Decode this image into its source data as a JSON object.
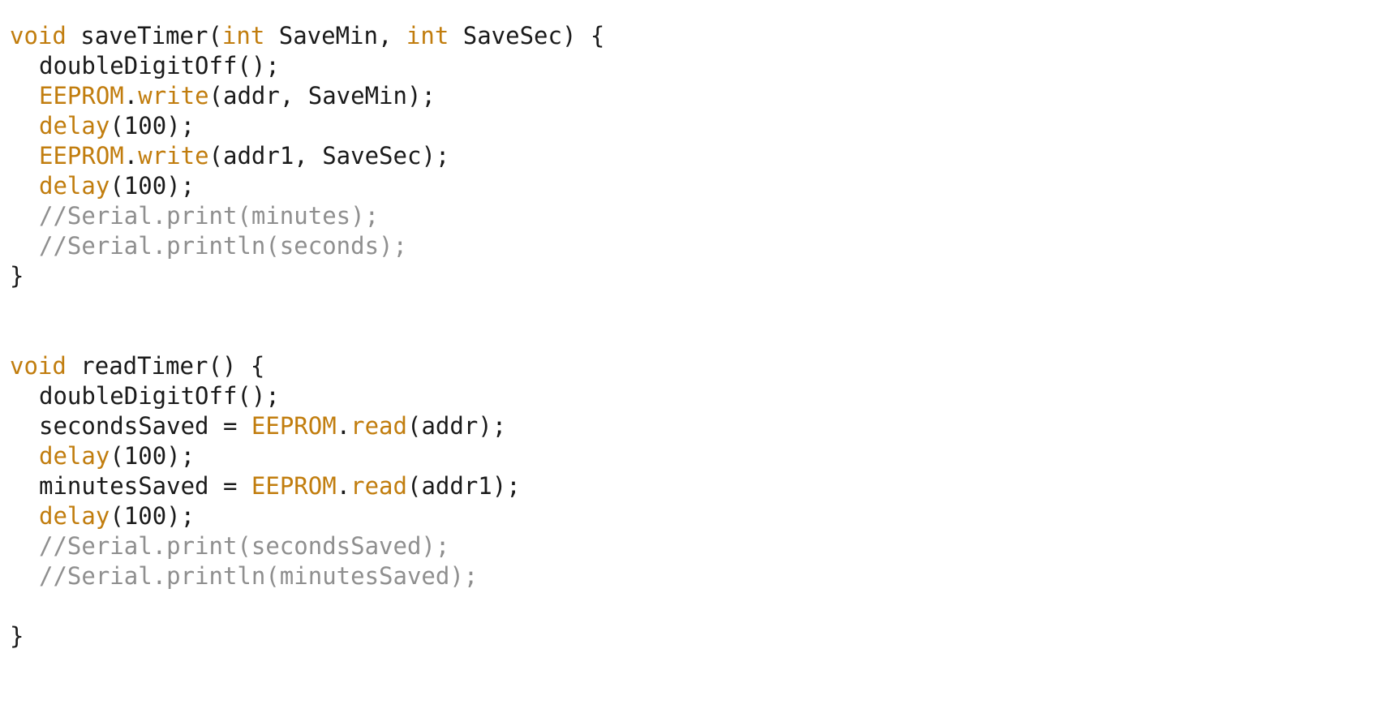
{
  "editor": {
    "colors": {
      "keyword": "#c17d0e",
      "comment": "#8f8f8f",
      "text": "#1a1a1a",
      "background": "#ffffff"
    },
    "lines": [
      {
        "tokens": [
          {
            "t": "kw",
            "v": "void"
          },
          {
            "t": "tx",
            "v": " saveTimer("
          },
          {
            "t": "kw",
            "v": "int"
          },
          {
            "t": "tx",
            "v": " SaveMin, "
          },
          {
            "t": "kw",
            "v": "int"
          },
          {
            "t": "tx",
            "v": " SaveSec) {"
          }
        ]
      },
      {
        "indent": true,
        "tokens": [
          {
            "t": "tx",
            "v": "doubleDigitOff();"
          }
        ]
      },
      {
        "indent": true,
        "tokens": [
          {
            "t": "kw",
            "v": "EEPROM"
          },
          {
            "t": "tx",
            "v": "."
          },
          {
            "t": "kw",
            "v": "write"
          },
          {
            "t": "tx",
            "v": "(addr, SaveMin);"
          }
        ]
      },
      {
        "indent": true,
        "tokens": [
          {
            "t": "kw",
            "v": "delay"
          },
          {
            "t": "tx",
            "v": "(100);"
          }
        ]
      },
      {
        "indent": true,
        "tokens": [
          {
            "t": "kw",
            "v": "EEPROM"
          },
          {
            "t": "tx",
            "v": "."
          },
          {
            "t": "kw",
            "v": "write"
          },
          {
            "t": "tx",
            "v": "(addr1, SaveSec);"
          }
        ]
      },
      {
        "indent": true,
        "tokens": [
          {
            "t": "kw",
            "v": "delay"
          },
          {
            "t": "tx",
            "v": "(100);"
          }
        ]
      },
      {
        "indent": true,
        "tokens": [
          {
            "t": "cm",
            "v": "//Serial.print(minutes);"
          }
        ]
      },
      {
        "indent": true,
        "tokens": [
          {
            "t": "cm",
            "v": "//Serial.println(seconds);"
          }
        ]
      },
      {
        "tokens": [
          {
            "t": "tx",
            "v": "}"
          }
        ]
      },
      {
        "tokens": []
      },
      {
        "tokens": []
      },
      {
        "tokens": [
          {
            "t": "kw",
            "v": "void"
          },
          {
            "t": "tx",
            "v": " readTimer() {"
          }
        ]
      },
      {
        "indent": true,
        "tokens": [
          {
            "t": "tx",
            "v": "doubleDigitOff();"
          }
        ]
      },
      {
        "indent": true,
        "tokens": [
          {
            "t": "tx",
            "v": "secondsSaved = "
          },
          {
            "t": "kw",
            "v": "EEPROM"
          },
          {
            "t": "tx",
            "v": "."
          },
          {
            "t": "kw",
            "v": "read"
          },
          {
            "t": "tx",
            "v": "(addr);"
          }
        ]
      },
      {
        "indent": true,
        "tokens": [
          {
            "t": "kw",
            "v": "delay"
          },
          {
            "t": "tx",
            "v": "(100);"
          }
        ]
      },
      {
        "indent": true,
        "tokens": [
          {
            "t": "tx",
            "v": "minutesSaved = "
          },
          {
            "t": "kw",
            "v": "EEPROM"
          },
          {
            "t": "tx",
            "v": "."
          },
          {
            "t": "kw",
            "v": "read"
          },
          {
            "t": "tx",
            "v": "(addr1);"
          }
        ]
      },
      {
        "indent": true,
        "tokens": [
          {
            "t": "kw",
            "v": "delay"
          },
          {
            "t": "tx",
            "v": "(100);"
          }
        ]
      },
      {
        "indent": true,
        "tokens": [
          {
            "t": "cm",
            "v": "//Serial.print(secondsSaved);"
          }
        ]
      },
      {
        "indent": true,
        "tokens": [
          {
            "t": "cm",
            "v": "//Serial.println(minutesSaved);"
          }
        ]
      },
      {
        "tokens": []
      },
      {
        "tokens": [
          {
            "t": "tx",
            "v": "}"
          }
        ]
      }
    ]
  }
}
